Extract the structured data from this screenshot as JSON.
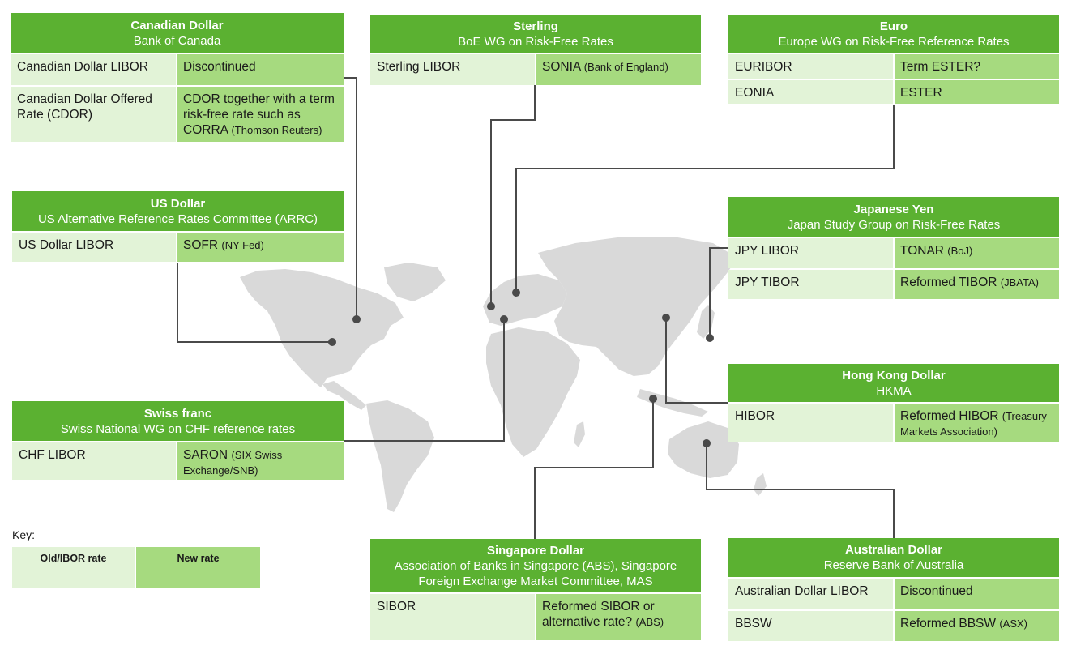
{
  "panels": {
    "cad": {
      "title": "Canadian Dollar",
      "body": "Bank of Canada",
      "rows": [
        {
          "old": "Canadian Dollar LIBOR",
          "new": "Discontinued",
          "source": ""
        },
        {
          "old": "Canadian Dollar Offered Rate (CDOR)",
          "new": "CDOR together with a term risk-free rate such as CORRA",
          "source": "(Thomson Reuters)"
        }
      ]
    },
    "usd": {
      "title": "US Dollar",
      "body": "US Alternative Reference Rates Committee (ARRC)",
      "rows": [
        {
          "old": "US Dollar LIBOR",
          "new": "SOFR",
          "source": "(NY Fed)"
        }
      ]
    },
    "chf": {
      "title": "Swiss franc",
      "body": "Swiss National WG on CHF reference rates",
      "rows": [
        {
          "old": "CHF LIBOR",
          "new": "SARON",
          "source": "(SIX Swiss Exchange/SNB)"
        }
      ]
    },
    "gbp": {
      "title": "Sterling",
      "body": "BoE WG on Risk-Free Rates",
      "rows": [
        {
          "old": "Sterling LIBOR",
          "new": "SONIA",
          "source": "(Bank of England)"
        }
      ]
    },
    "eur": {
      "title": "Euro",
      "body": "Europe WG on Risk-Free Reference Rates",
      "rows": [
        {
          "old": "EURIBOR",
          "new": "Term ESTER?",
          "source": ""
        },
        {
          "old": "EONIA",
          "new": "ESTER",
          "source": ""
        }
      ]
    },
    "jpy": {
      "title": "Japanese Yen",
      "body": "Japan Study Group on Risk-Free Rates",
      "rows": [
        {
          "old": "JPY LIBOR",
          "new": "TONAR",
          "source": "(BoJ)"
        },
        {
          "old": "JPY TIBOR",
          "new": "Reformed TIBOR",
          "source": "(JBATA)"
        }
      ]
    },
    "hkd": {
      "title": "Hong Kong Dollar",
      "body": "HKMA",
      "rows": [
        {
          "old": "HIBOR",
          "new": "Reformed HIBOR",
          "source": "(Treasury Markets Association)"
        }
      ]
    },
    "sgd": {
      "title": "Singapore Dollar",
      "body": "Association of Banks in Singapore (ABS), Singapore Foreign Exchange Market Committee, MAS",
      "rows": [
        {
          "old": "SIBOR",
          "new": "Reformed SIBOR or alternative rate?",
          "source": "(ABS)"
        }
      ]
    },
    "aud": {
      "title": "Australian Dollar",
      "body": "Reserve Bank of Australia",
      "rows": [
        {
          "old": "Australian Dollar LIBOR",
          "new": "Discontinued",
          "source": ""
        },
        {
          "old": "BBSW",
          "new": "Reformed BBSW",
          "source": "(ASX)"
        }
      ]
    }
  },
  "key": {
    "label": "Key:",
    "old": "Old/IBOR rate",
    "new": "New rate"
  },
  "colors": {
    "header": "#5bb131",
    "old_rate": "#e2f3d7",
    "new_rate": "#a6da7f",
    "map": "#d9d9d9",
    "connector": "#4a4a4a"
  }
}
